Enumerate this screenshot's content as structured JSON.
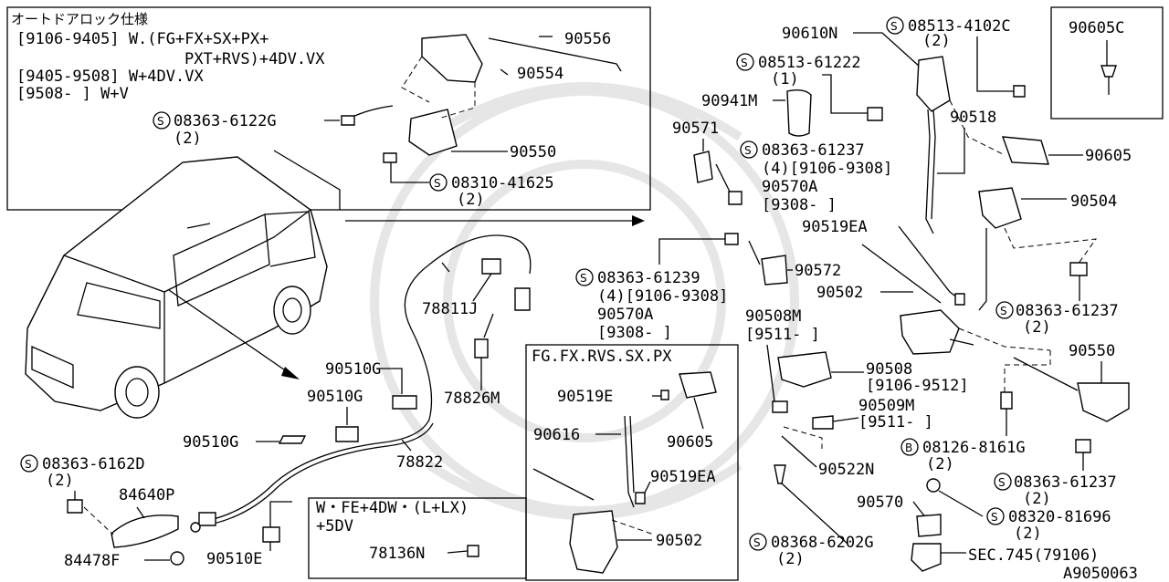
{
  "diagram_code": "A9050063",
  "top_box": {
    "heading": "オートドアロック仕様",
    "lines": [
      "[9106-9405] W.(FG+FX+SX+PX+",
      "PXT+RVS)+4DV.VX",
      "[9405-9508] W+4DV.VX",
      "[9508-       ] W+V"
    ]
  },
  "fg_box": {
    "heading": "FG.FX.RVS.SX.PX"
  },
  "w_box": {
    "line1": "W・FE+4DW・(L+LX)",
    "line2": "+5DV"
  },
  "labels": {
    "p90556": "90556",
    "p90554": "90554",
    "p90550a": "90550",
    "s0836361226g": "08363-6122G",
    "q2a": "(2)",
    "s0831041625": "08310-41625",
    "q2b": "(2)",
    "p90610n": "90610N",
    "s085134102c": "08513-4102C",
    "q2c": "(2)",
    "p90605c": "90605C",
    "s0851361222": "08513-61222",
    "q1": "(1)",
    "p90941m": "90941M",
    "p90518": "90518",
    "p90571": "90571",
    "s0836361237a": "08363-61237",
    "s0836361237a_note": "(4)[9106-9308]",
    "p90570a_a": "90570A",
    "p90570a_a_note": "[9308-     ]",
    "p90605": "90605",
    "p90504": "90504",
    "p90519ea_a": "90519EA",
    "p90572": "90572",
    "p90502_a": "90502",
    "s0836361239": "08363-61239",
    "s0836361239_note": "(4)[9106-9308]",
    "p90570a_b": "90570A",
    "p90570a_b_note": "[9308-     ]",
    "p90508m": "90508M",
    "p90508m_note": "[9511-     ]",
    "s0836361237b": "08363-61237",
    "q2d": "(2)",
    "p90550b": "90550",
    "p90508": "90508",
    "p90508_note": "[9106-9512]",
    "p90509m": "90509M",
    "p90509m_note": "[9511-     ]",
    "b081268161g": "08126-8161G",
    "q2e": "(2)",
    "p90522n": "90522N",
    "s0836361237c": "08363-61237",
    "q2f": "(2)",
    "p90570": "90570",
    "s0832081696": "08320-81696",
    "q2g": "(2)",
    "s083686202g": "08368-6202G",
    "q2h": "(2)",
    "sec745": "SEC.745(79106)",
    "p78811j": "78811J",
    "p78826m": "78826M",
    "p78822": "78822",
    "p90510g_a": "90510G",
    "p90510g_b": "90510G",
    "p90510g_c": "90510G",
    "p90510e": "90510E",
    "s083636162d": "08363-6162D",
    "q2i": "(2)",
    "p84640p": "84640P",
    "p84478f": "84478F",
    "p90519e": "90519E",
    "p90616": "90616",
    "p90605b": "90605",
    "p90519ea_b": "90519EA",
    "p90502_b": "90502",
    "p78136n": "78136N"
  },
  "symbols": {
    "s": "S",
    "b": "B"
  }
}
